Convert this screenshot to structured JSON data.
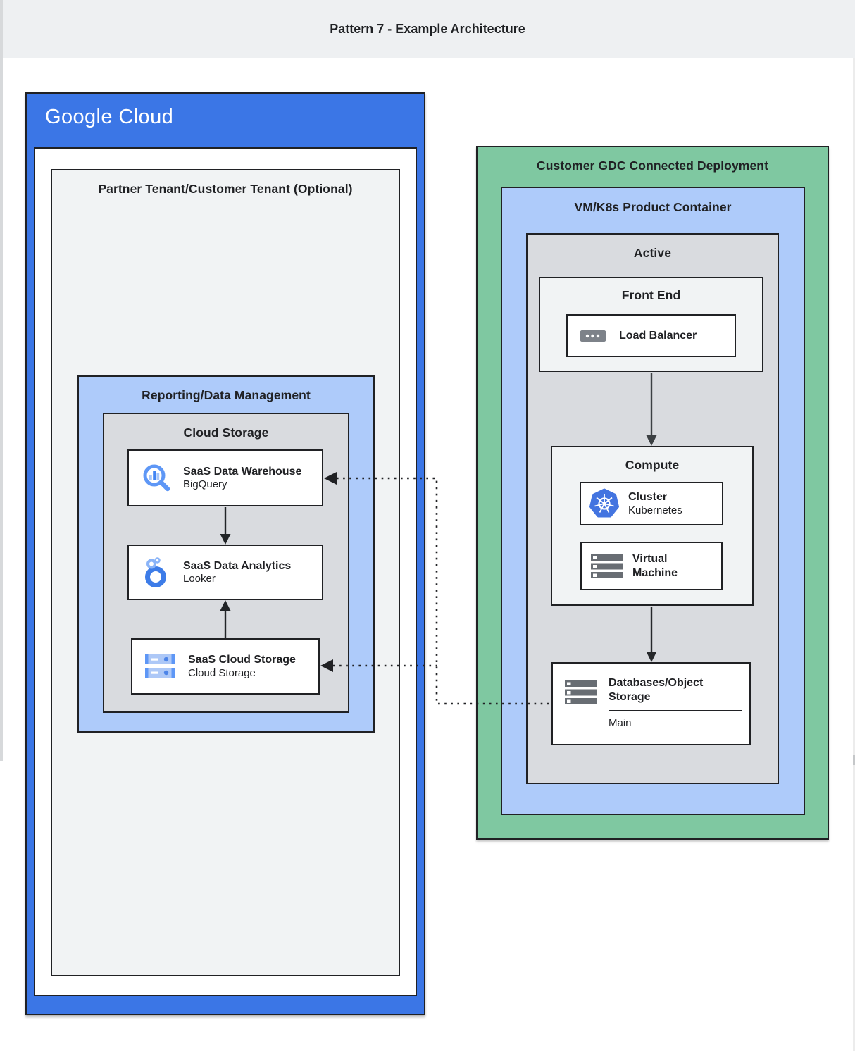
{
  "header": {
    "title": "Pattern 7 - Example Architecture"
  },
  "colors": {
    "header_bg": "#eef0f2",
    "gc_blue": "#3b76e6",
    "light_blue": "#aecbfa",
    "green": "#7fc8a1",
    "gray_panel": "#d9dbdf",
    "light_panel": "#f1f3f4",
    "line": "#202124",
    "text": "#202124",
    "bigquery_blue": "#5e97f6",
    "looker_blue": "#3d7ce8",
    "kubernetes_blue": "#4374e0",
    "icon_gray": "#75797f"
  },
  "google_cloud": {
    "logo_text": "Google Cloud",
    "partner_tenant_title": "Partner Tenant/Customer Tenant (Optional)",
    "reporting_title": "Reporting/Data Management",
    "cloud_storage_title": "Cloud Storage",
    "cards": {
      "warehouse": {
        "title": "SaaS Data Warehouse",
        "subtitle": "BigQuery"
      },
      "analytics": {
        "title": "SaaS Data Analytics",
        "subtitle": "Looker"
      },
      "storage": {
        "title": "SaaS Cloud Storage",
        "subtitle": "Cloud Storage"
      }
    }
  },
  "gdc": {
    "title": "Customer GDC Connected Deployment",
    "vmk8s_title": "VM/K8s Product Container",
    "active_title": "Active",
    "front_end": {
      "title": "Front End",
      "load_balancer_label": "Load Balancer"
    },
    "compute": {
      "title": "Compute",
      "cluster": {
        "title": "Cluster",
        "subtitle": "Kubernetes"
      },
      "vm": {
        "title": "Virtual Machine"
      }
    },
    "databases": {
      "title": "Databases/Object Storage",
      "section_label": "Main"
    }
  }
}
